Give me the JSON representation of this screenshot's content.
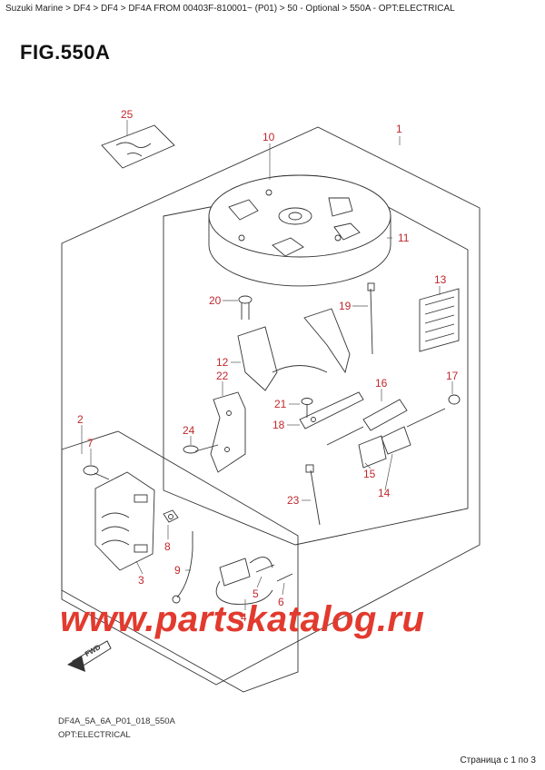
{
  "breadcrumb": "Suzuki Marine > DF4 > DF4 > DF4A FROM 00403F-810001~ (P01) > 50 - Optional > 550A - OPT:ELECTRICAL",
  "figure_title": "FIG.550A",
  "callouts": {
    "c1": "1",
    "c2": "2",
    "c3": "3",
    "c4": "4",
    "c5": "5",
    "c6": "6",
    "c7": "7",
    "c8": "8",
    "c9": "9",
    "c10": "10",
    "c11": "11",
    "c12": "12",
    "c13": "13",
    "c14": "14",
    "c15": "15",
    "c16": "16",
    "c17": "17",
    "c18": "18",
    "c19": "19",
    "c20": "20",
    "c21": "21",
    "c22": "22",
    "c23": "23",
    "c24": "24",
    "c25": "25"
  },
  "fwd_label": "FWD",
  "watermark": "www.partskatalog.ru",
  "footer": {
    "code": "DF4A_5A_6A_P01_018_550A",
    "subtitle": "OPT:ELECTRICAL"
  },
  "pager": "Страница с 1 по 3",
  "colors": {
    "callout": "#c0282d",
    "watermark": "#e23a2e",
    "line": "#333333"
  }
}
